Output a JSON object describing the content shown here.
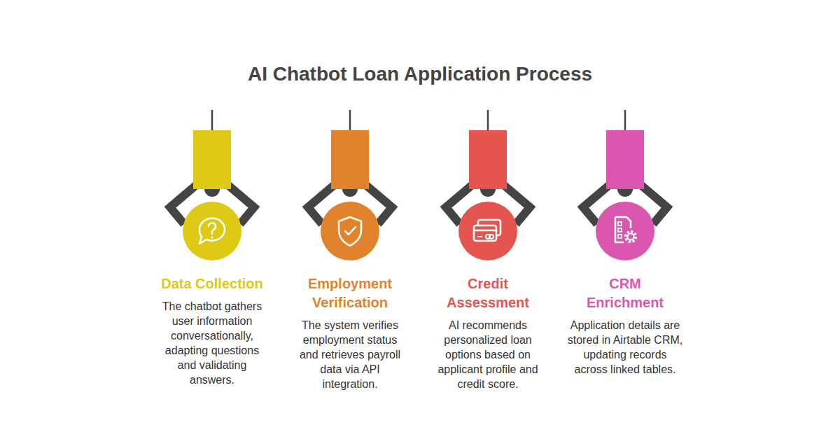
{
  "diagram": {
    "title": "AI Chatbot Loan Application Process",
    "nodes": [
      {
        "text": [
          "Data Collection",
          "The chatbot gathers user information conversationally, adapting questions and validating answers."
        ]
      },
      {
        "text": [
          "Employment Verification",
          "The system verifies employment status and retrieves payroll data via API integration."
        ]
      },
      {
        "text": [
          "Credit Assessment",
          "AI recommends personalized loan options based on applicant profile and credit score."
        ]
      },
      {
        "text": [
          "CRM Enrichment",
          "Application details are stored in Airtable CRM, updating records across linked tables."
        ]
      }
    ]
  }
}
